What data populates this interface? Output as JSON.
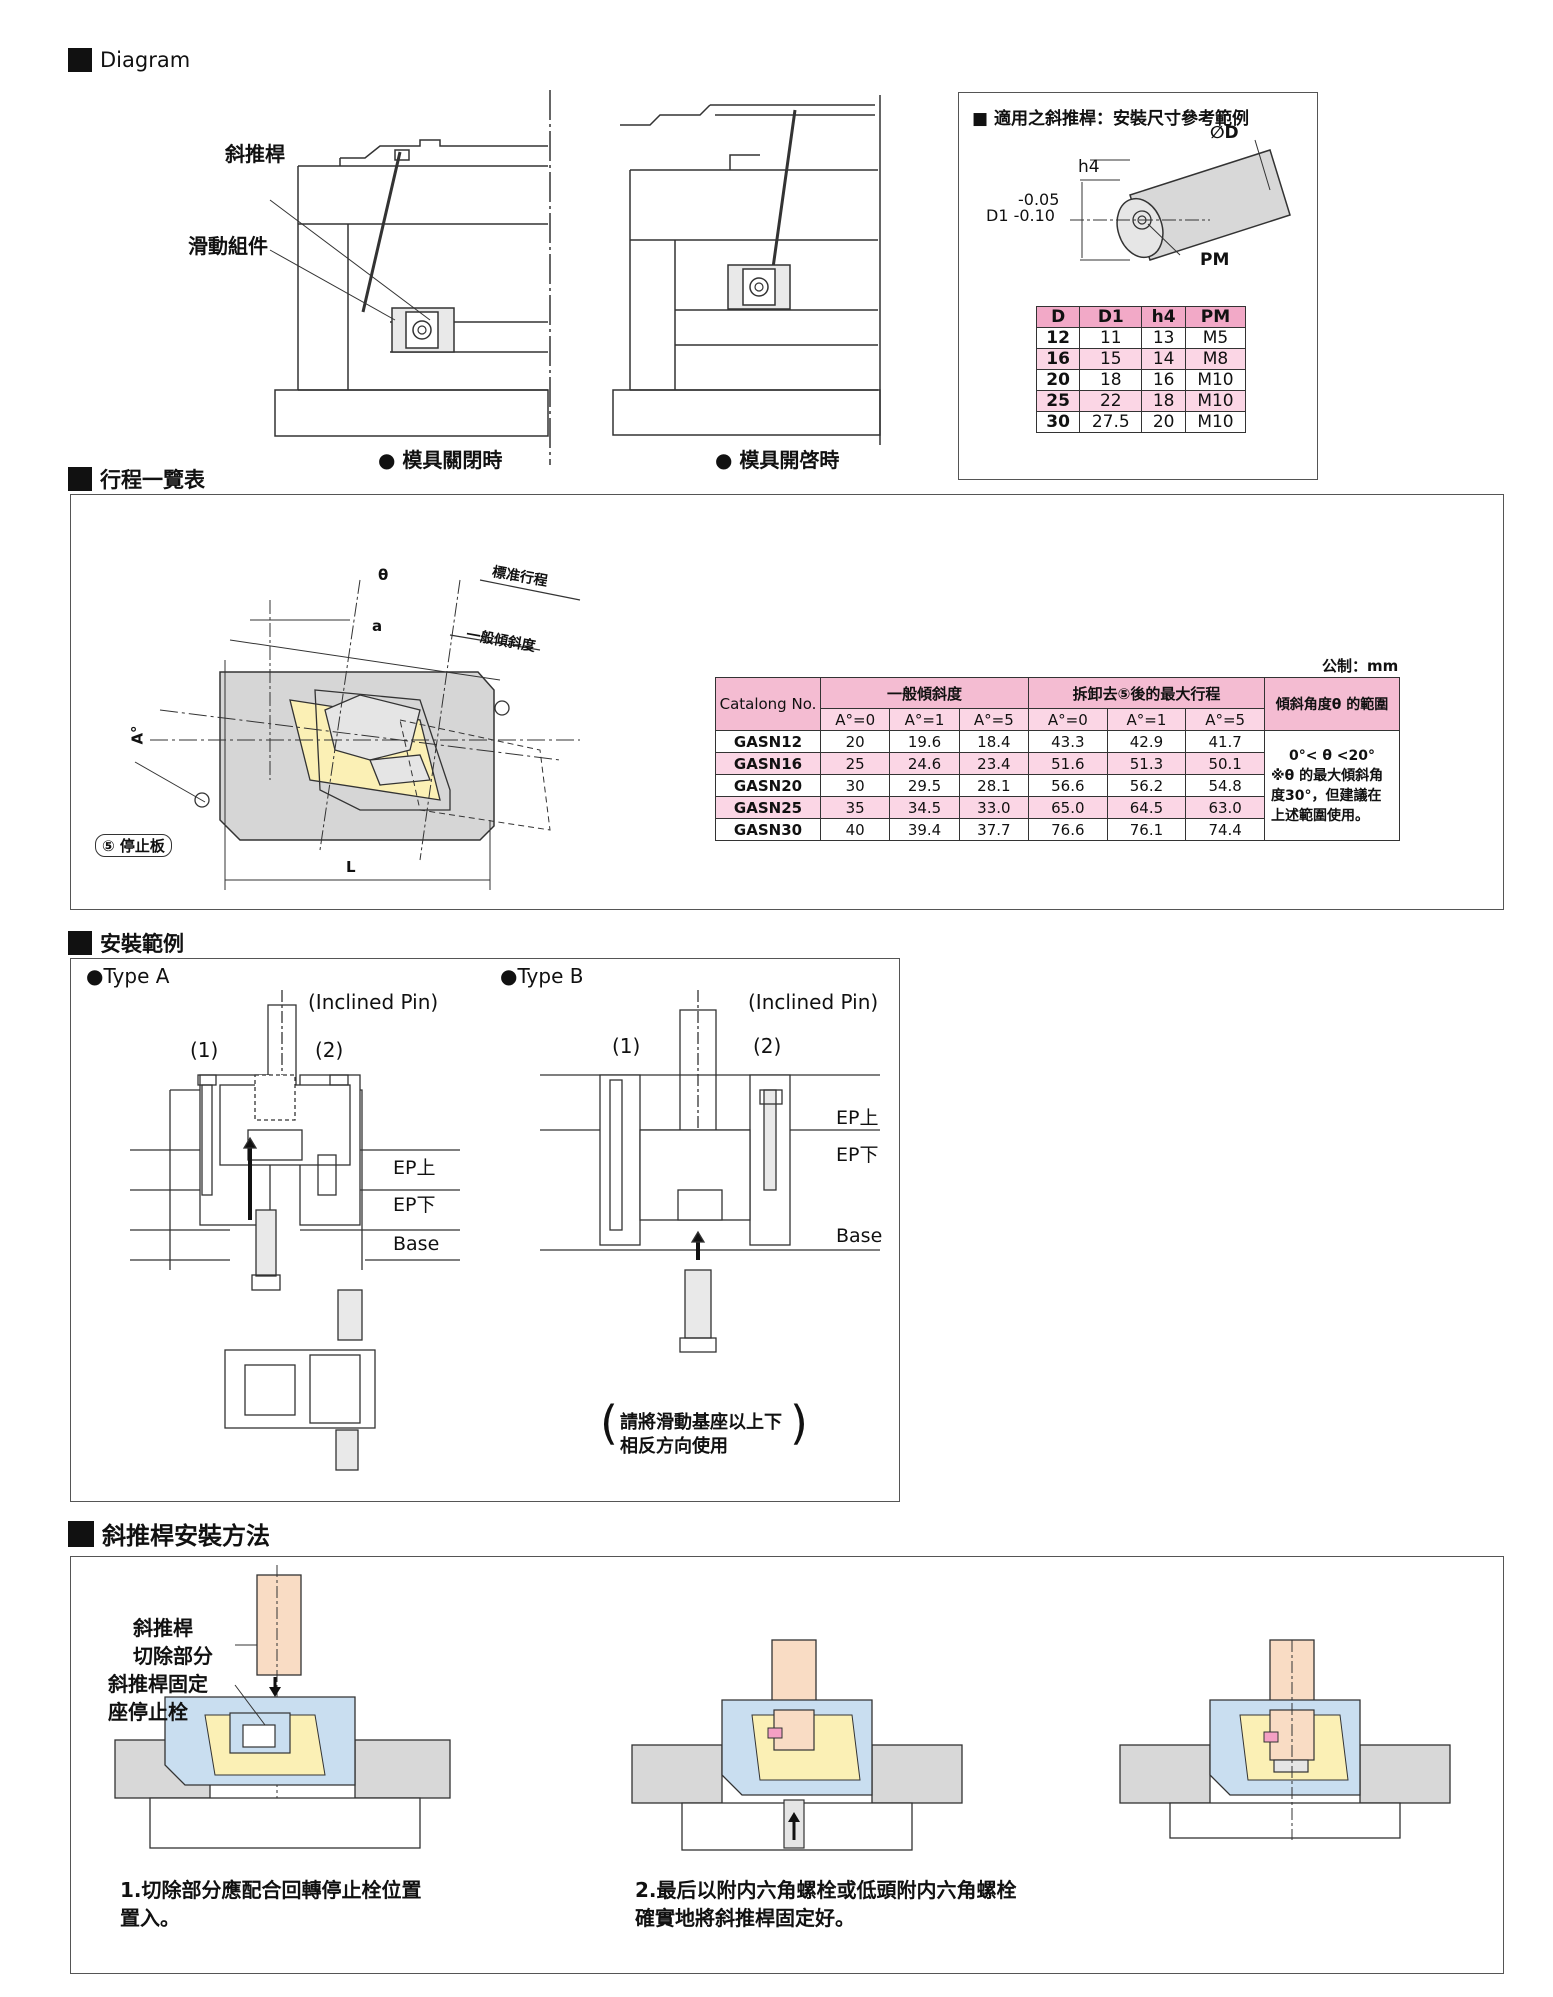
{
  "sections": {
    "diagram": "Diagram",
    "stroke": "行程一覽表",
    "install": "安裝範例",
    "method": "斜推桿安裝方法"
  },
  "diagram": {
    "label_pin": "斜推桿",
    "label_slide": "滑動組件",
    "caption_closed": "● 模具關閉時",
    "caption_open": "● 模具開啓時"
  },
  "ref": {
    "title": "■ 適用之斜推桿：安裝尺寸參考範例",
    "d_label": "∅D",
    "h4_label": "h4",
    "tol_upper": "-0.05",
    "d1_tol": "D1 -0.10",
    "pm_label": "PM",
    "headers": [
      "D",
      "D1",
      "h4",
      "PM"
    ],
    "rows": [
      [
        "12",
        "11",
        "13",
        "M5"
      ],
      [
        "16",
        "15",
        "14",
        "M8"
      ],
      [
        "20",
        "18",
        "16",
        "M10"
      ],
      [
        "25",
        "22",
        "18",
        "M10"
      ],
      [
        "30",
        "27.5",
        "20",
        "M10"
      ]
    ]
  },
  "stroke": {
    "theta": "θ",
    "std_stroke": "標准行程",
    "a": "a",
    "general_tilt": "一般傾斜度",
    "A_angle": "A°",
    "stop_plate": "⑤ 停止板",
    "L": "L",
    "unit": "公制：mm",
    "col_catalog": "Catalong No.",
    "col_general": "一般傾斜度",
    "col_max": "拆卸去⑤後的最大行程",
    "col_range": "傾斜角度θ 的範圍",
    "sub_headers": [
      "A°=0",
      "A°=1",
      "A°=5",
      "A°=0",
      "A°=1",
      "A°=5"
    ],
    "rows": [
      [
        "GASN12",
        "20",
        "19.6",
        "18.4",
        "43.3",
        "42.9",
        "41.7"
      ],
      [
        "GASN16",
        "25",
        "24.6",
        "23.4",
        "51.6",
        "51.3",
        "50.1"
      ],
      [
        "GASN20",
        "30",
        "29.5",
        "28.1",
        "56.6",
        "56.2",
        "54.8"
      ],
      [
        "GASN25",
        "35",
        "34.5",
        "33.0",
        "65.0",
        "64.5",
        "63.0"
      ],
      [
        "GASN30",
        "40",
        "39.4",
        "37.7",
        "76.6",
        "76.1",
        "74.4"
      ]
    ],
    "range_line1": "0°< θ <20°",
    "range_line2": "※θ 的最大傾斜角度30°，但建議在上述範圍使用。"
  },
  "install": {
    "type_a": "●Type A",
    "type_b": "●Type B",
    "inclined_pin": "(Inclined Pin)",
    "n1": "(1)",
    "n2": "(2)",
    "ep_up": "EP上",
    "ep_down": "EP下",
    "base": "Base",
    "note_open": "(",
    "note_line1": "請將滑動基座以上下",
    "note_line2": "相反方向使用",
    "note_close": ")"
  },
  "method": {
    "l1": "斜推桿",
    "l2": "切除部分",
    "l3": "斜推桿固定",
    "l4": "座停止栓",
    "step1_a": "1.切除部分應配合回轉停止栓位置",
    "step1_b": "置入。",
    "step2_a": "2.最后以附内六角螺栓或低頭附内六角螺栓",
    "step2_b": "確實地將斜推桿固定好。"
  }
}
